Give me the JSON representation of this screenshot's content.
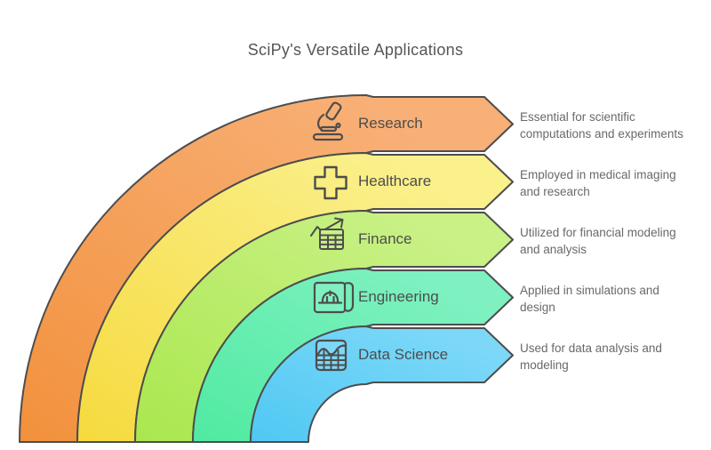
{
  "title": "SciPy's Versatile Applications",
  "stroke_color": "#4d4d4d",
  "bands": [
    {
      "label": "Research",
      "icon": "microscope-icon",
      "color_light": "#F8B077",
      "color_deep": "#F2913C",
      "desc1": "Essential for scientific",
      "desc2": "computations and experiments"
    },
    {
      "label": "Healthcare",
      "icon": "medical-cross-icon",
      "color_light": "#FAF08C",
      "color_deep": "#F6DA3E",
      "desc1": "Employed in medical imaging",
      "desc2": "and research"
    },
    {
      "label": "Finance",
      "icon": "finance-chart-icon",
      "color_light": "#C9F186",
      "color_deep": "#AAE74E",
      "desc1": "Utilized for financial modeling",
      "desc2": "and analysis"
    },
    {
      "label": "Engineering",
      "icon": "blueprint-hardhat-icon",
      "color_light": "#7FF1C1",
      "color_deep": "#50EAA1",
      "desc1": "Applied in simulations and",
      "desc2": "design"
    },
    {
      "label": "Data Science",
      "icon": "data-table-icon",
      "color_light": "#7DD8F8",
      "color_deep": "#4FC8F3",
      "desc1": "Used for data analysis and",
      "desc2": "modeling"
    }
  ]
}
